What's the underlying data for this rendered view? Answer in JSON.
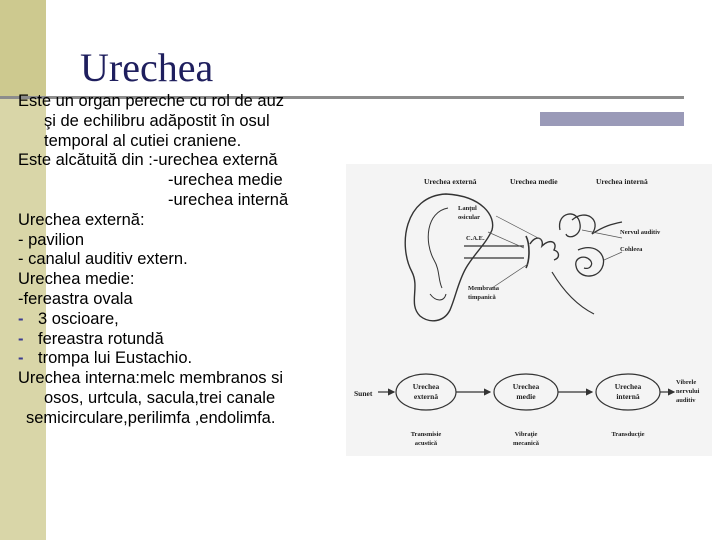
{
  "slide": {
    "title": "Urechea",
    "lines": [
      "Este un organ pereche cu rol de auz",
      "şi de echilibru adăpostit în osul",
      "temporal al cutiei craniene.",
      "Este alcătuită din :-urechea externă",
      "-urechea medie",
      "-urechea internă",
      "Urechea externă:",
      "- pavilion",
      "- canalul auditiv extern.",
      "Urechea medie:",
      "-fereastra ovala",
      "3 oscioare,",
      "fereastra rotundă",
      "trompa lui Eustachio.",
      "Urechea interna:melc membranos si",
      "osos, urtcula, sacula,trei canale",
      "semicirculare,perilimfa ,endolimfa."
    ],
    "dash": "-"
  },
  "figure": {
    "ear_labels": {
      "outer": "Urechea externă",
      "middle": "Urechea medie",
      "inner": "Urechea internă",
      "ossicles_1": "Lanţul",
      "ossicles_2": "osicular",
      "nerve": "Nervul auditiv",
      "cochlea": "Cohleea",
      "cae": "C.A.E.",
      "membrane_1": "Membrana",
      "membrane_2": "timpanică"
    },
    "flow": {
      "input": "Sunet",
      "nodes": [
        {
          "line1": "Urechea",
          "line2": "externă"
        },
        {
          "line1": "Urechea",
          "line2": "medie"
        },
        {
          "line1": "Urechea",
          "line2": "internă"
        }
      ],
      "output_1": "Vibrele",
      "output_2": "nervului",
      "output_3": "auditiv",
      "captions": [
        {
          "line1": "Transmisie",
          "line2": "acustică"
        },
        {
          "line1": "Vibraţie",
          "line2": "mecanică"
        },
        {
          "line1": "Transducţie",
          "line2": ""
        }
      ]
    }
  },
  "colors": {
    "title": "#1f1f5e",
    "sidebar": "#d9d6a8",
    "accent": "#9a9ab8"
  }
}
